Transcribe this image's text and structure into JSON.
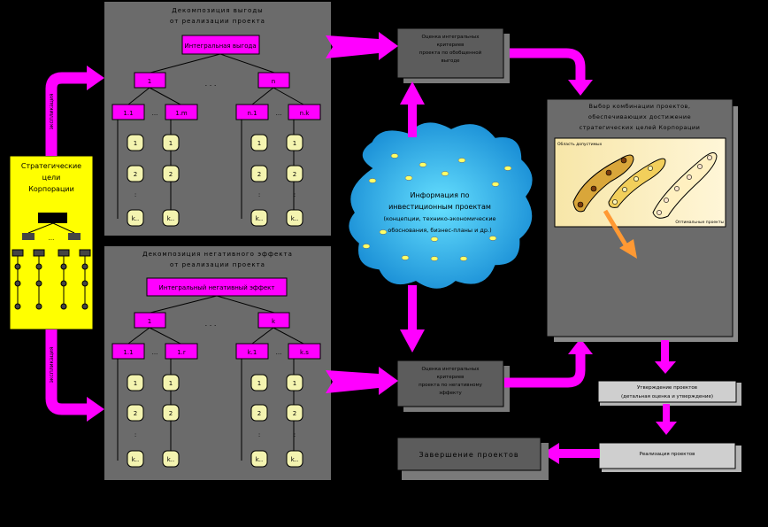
{
  "left": {
    "title_lines": [
      "Стратегические",
      "цели",
      "Корпорации"
    ],
    "dots": "...",
    "decompose_label": "экспликация"
  },
  "top_panel": {
    "title_lines": [
      "Декомпозиция выгоды",
      "от реализации проекта"
    ],
    "root": "Интегральная выгода",
    "l1": [
      "1",
      "n"
    ],
    "l2": [
      "1.1",
      "1.m",
      "n.1",
      "n.k"
    ],
    "dots": ". . .",
    "leaf_top": [
      "1",
      "1",
      "1",
      "1"
    ],
    "leaf_mid": [
      "2",
      "2",
      "2",
      "2"
    ],
    "leaf_bot": [
      "k..",
      "k..",
      "k..",
      "k.."
    ]
  },
  "bottom_panel": {
    "title_lines": [
      "Декомпозиция негативного эффекта",
      "от реализации проекта"
    ],
    "root": "Интегральный негативный эффект",
    "l1": [
      "1",
      "k"
    ],
    "l2": [
      "1.1",
      "1.r",
      "k.1",
      "k.s"
    ],
    "dots": ". . .",
    "leaf_top": [
      "1",
      "1",
      "1",
      "1"
    ],
    "leaf_mid": [
      "2",
      "2",
      "2",
      "2"
    ],
    "leaf_bot": [
      "k..",
      "k..",
      "k..",
      "k.."
    ]
  },
  "eval_top": [
    "Оценка интегральных",
    "критериев",
    "проекта по обобщенной",
    "выгоде"
  ],
  "eval_bottom": [
    "Оценка интегральных",
    "критериев",
    "проекта по негативному",
    "эффекту"
  ],
  "cloud": [
    "Информация по",
    "инвестиционным проектам",
    "(концепции, технико-экономические",
    "обоснования, бизнес-планы и др.)"
  ],
  "selection": {
    "title_lines": [
      "Выбор комбинации проектов,",
      "обеспечивающих достижение",
      "стратегических целей Корпорации"
    ],
    "chart_caption_top": "Область допустимых",
    "chart_caption_bottom": "Оптимальные проекты"
  },
  "approve": [
    "Утверждение проектов",
    "(детальная оценка и утверждение)"
  ],
  "implement": "Реализация проектов",
  "finish": "Завершение проектов",
  "colors": {
    "magenta": "#ff00ff",
    "panel": "#6b6b6b",
    "yellow": "#ffff00",
    "cyan": "#33ccff",
    "orange": "#ff9933"
  }
}
